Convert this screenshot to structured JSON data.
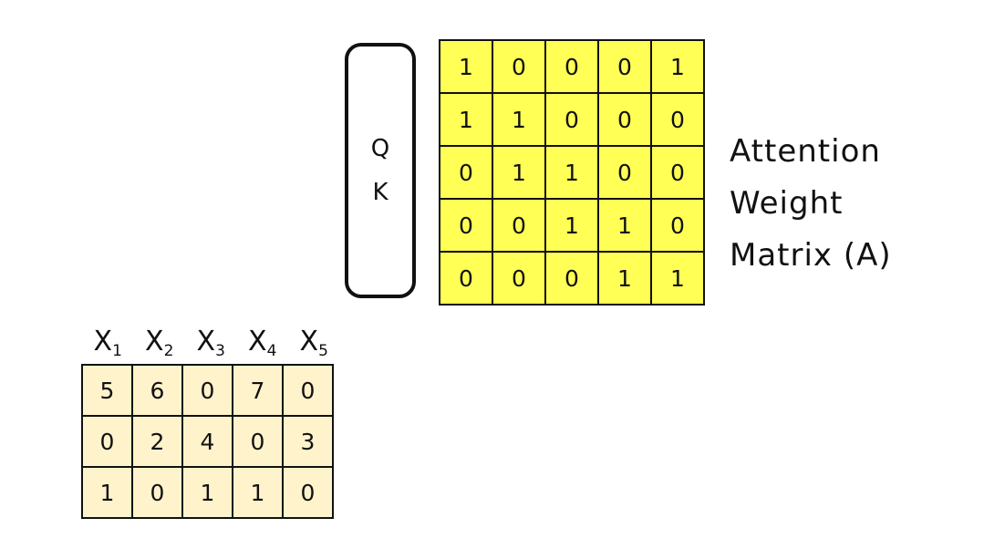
{
  "qk_box": {
    "q_label": "Q",
    "k_label": "K"
  },
  "attention_matrix": {
    "rows": [
      [
        "1",
        "0",
        "0",
        "0",
        "1"
      ],
      [
        "1",
        "1",
        "0",
        "0",
        "0"
      ],
      [
        "0",
        "1",
        "1",
        "0",
        "0"
      ],
      [
        "0",
        "0",
        "1",
        "1",
        "0"
      ],
      [
        "0",
        "0",
        "0",
        "1",
        "1"
      ]
    ],
    "label_lines": [
      "Attention",
      "Weight",
      "Matrix (A)"
    ],
    "fill_color": "#ffff55"
  },
  "input_matrix": {
    "headers": [
      {
        "base": "X",
        "sub": "1"
      },
      {
        "base": "X",
        "sub": "2"
      },
      {
        "base": "X",
        "sub": "3"
      },
      {
        "base": "X",
        "sub": "4"
      },
      {
        "base": "X",
        "sub": "5"
      }
    ],
    "rows": [
      [
        "5",
        "6",
        "0",
        "7",
        "0"
      ],
      [
        "0",
        "2",
        "4",
        "0",
        "3"
      ],
      [
        "1",
        "0",
        "1",
        "1",
        "0"
      ]
    ],
    "fill_color": "#fff3cc"
  }
}
